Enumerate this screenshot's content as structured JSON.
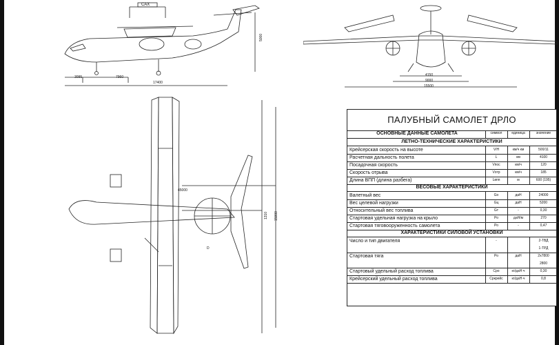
{
  "drawing": {
    "side_view": {
      "label_box": "САХ",
      "dim_left": "3095",
      "dim_mid": "7960",
      "dim_total": "17400",
      "dim_height": "5000"
    },
    "front_view": {
      "dim_inner": "4150",
      "dim_mid": "9000",
      "dim_span": "15500"
    },
    "plan_view": {
      "sweep_angle": "45000",
      "dim_span_1": "1310",
      "dim_span_2": "15000",
      "dim_small": "D"
    }
  },
  "table": {
    "title": "ПАЛУБНЫЙ САМОЛЕТ ДРЛО",
    "header": {
      "name": "ОСНОВНЫЕ ДАННЫЕ САМОЛЕТА",
      "col_symbol": "символ",
      "col_unit": "единица",
      "col_value": "значение"
    },
    "sections": [
      {
        "title": "ЛЕТНО-ТЕХНИЧЕСКИЕ ХАРАКТЕРИСТИКИ",
        "rows": [
          {
            "name": "Крейсерская скорость на высоте",
            "symbol": "V/H",
            "unit": "км/ч км",
            "value": "500/11"
          },
          {
            "name": "Расчетная дальность полета",
            "symbol": "L",
            "unit": "км",
            "value": "4100"
          },
          {
            "name": "Посадочная скорость",
            "symbol": "Vпос",
            "unit": "км/ч",
            "value": "120"
          },
          {
            "name": "Скорость отрыва",
            "symbol": "Vотр",
            "unit": "км/ч",
            "value": "185"
          },
          {
            "name": "Длина ВПП (длина разбега)",
            "symbol": "Lвпп",
            "unit": "м",
            "value": "600 (195)"
          }
        ]
      },
      {
        "title": "ВЕСОВЫЕ ХАРАКТЕРИСТИКИ",
        "rows": [
          {
            "name": "Валетный вес",
            "symbol": "Gо",
            "unit": "даН",
            "value": "24000"
          },
          {
            "name": "Вес целевой нагрузки",
            "symbol": "Gц",
            "unit": "даН",
            "value": "5200"
          },
          {
            "name": "Относительный вес топлива",
            "symbol": "Gт",
            "unit": "-",
            "value": "0,30"
          },
          {
            "name": "Стартовая удельная нагрузка на крыло",
            "symbol": "Po",
            "unit": "даН/м",
            "value": "270"
          },
          {
            "name": "Стартовая тяговооруженность самолета",
            "symbol": "Po",
            "unit": "-",
            "value": "0,47"
          }
        ]
      },
      {
        "title": "ХАРАКТЕРИСТИКИ СИЛОВОЙ УСТАНОВКИ",
        "rows": [
          {
            "name": "Число и тип двигателя",
            "symbol": "-",
            "unit": "",
            "value": "2-ТВД",
            "value2": "1-ТРД"
          },
          {
            "name": "Стартовая тяга",
            "symbol": "Po",
            "unit": "даН",
            "value": "2х7800",
            "value2": "2800"
          },
          {
            "name": "Стартовый удельный расход топлива",
            "symbol": "Cро",
            "unit": "кг/даН·ч",
            "value": "0,30"
          },
          {
            "name": "Крейсерский удельный расход топлива",
            "symbol": "Cркрейс",
            "unit": "кг/даН·ч",
            "value": "0,8"
          }
        ]
      }
    ]
  }
}
